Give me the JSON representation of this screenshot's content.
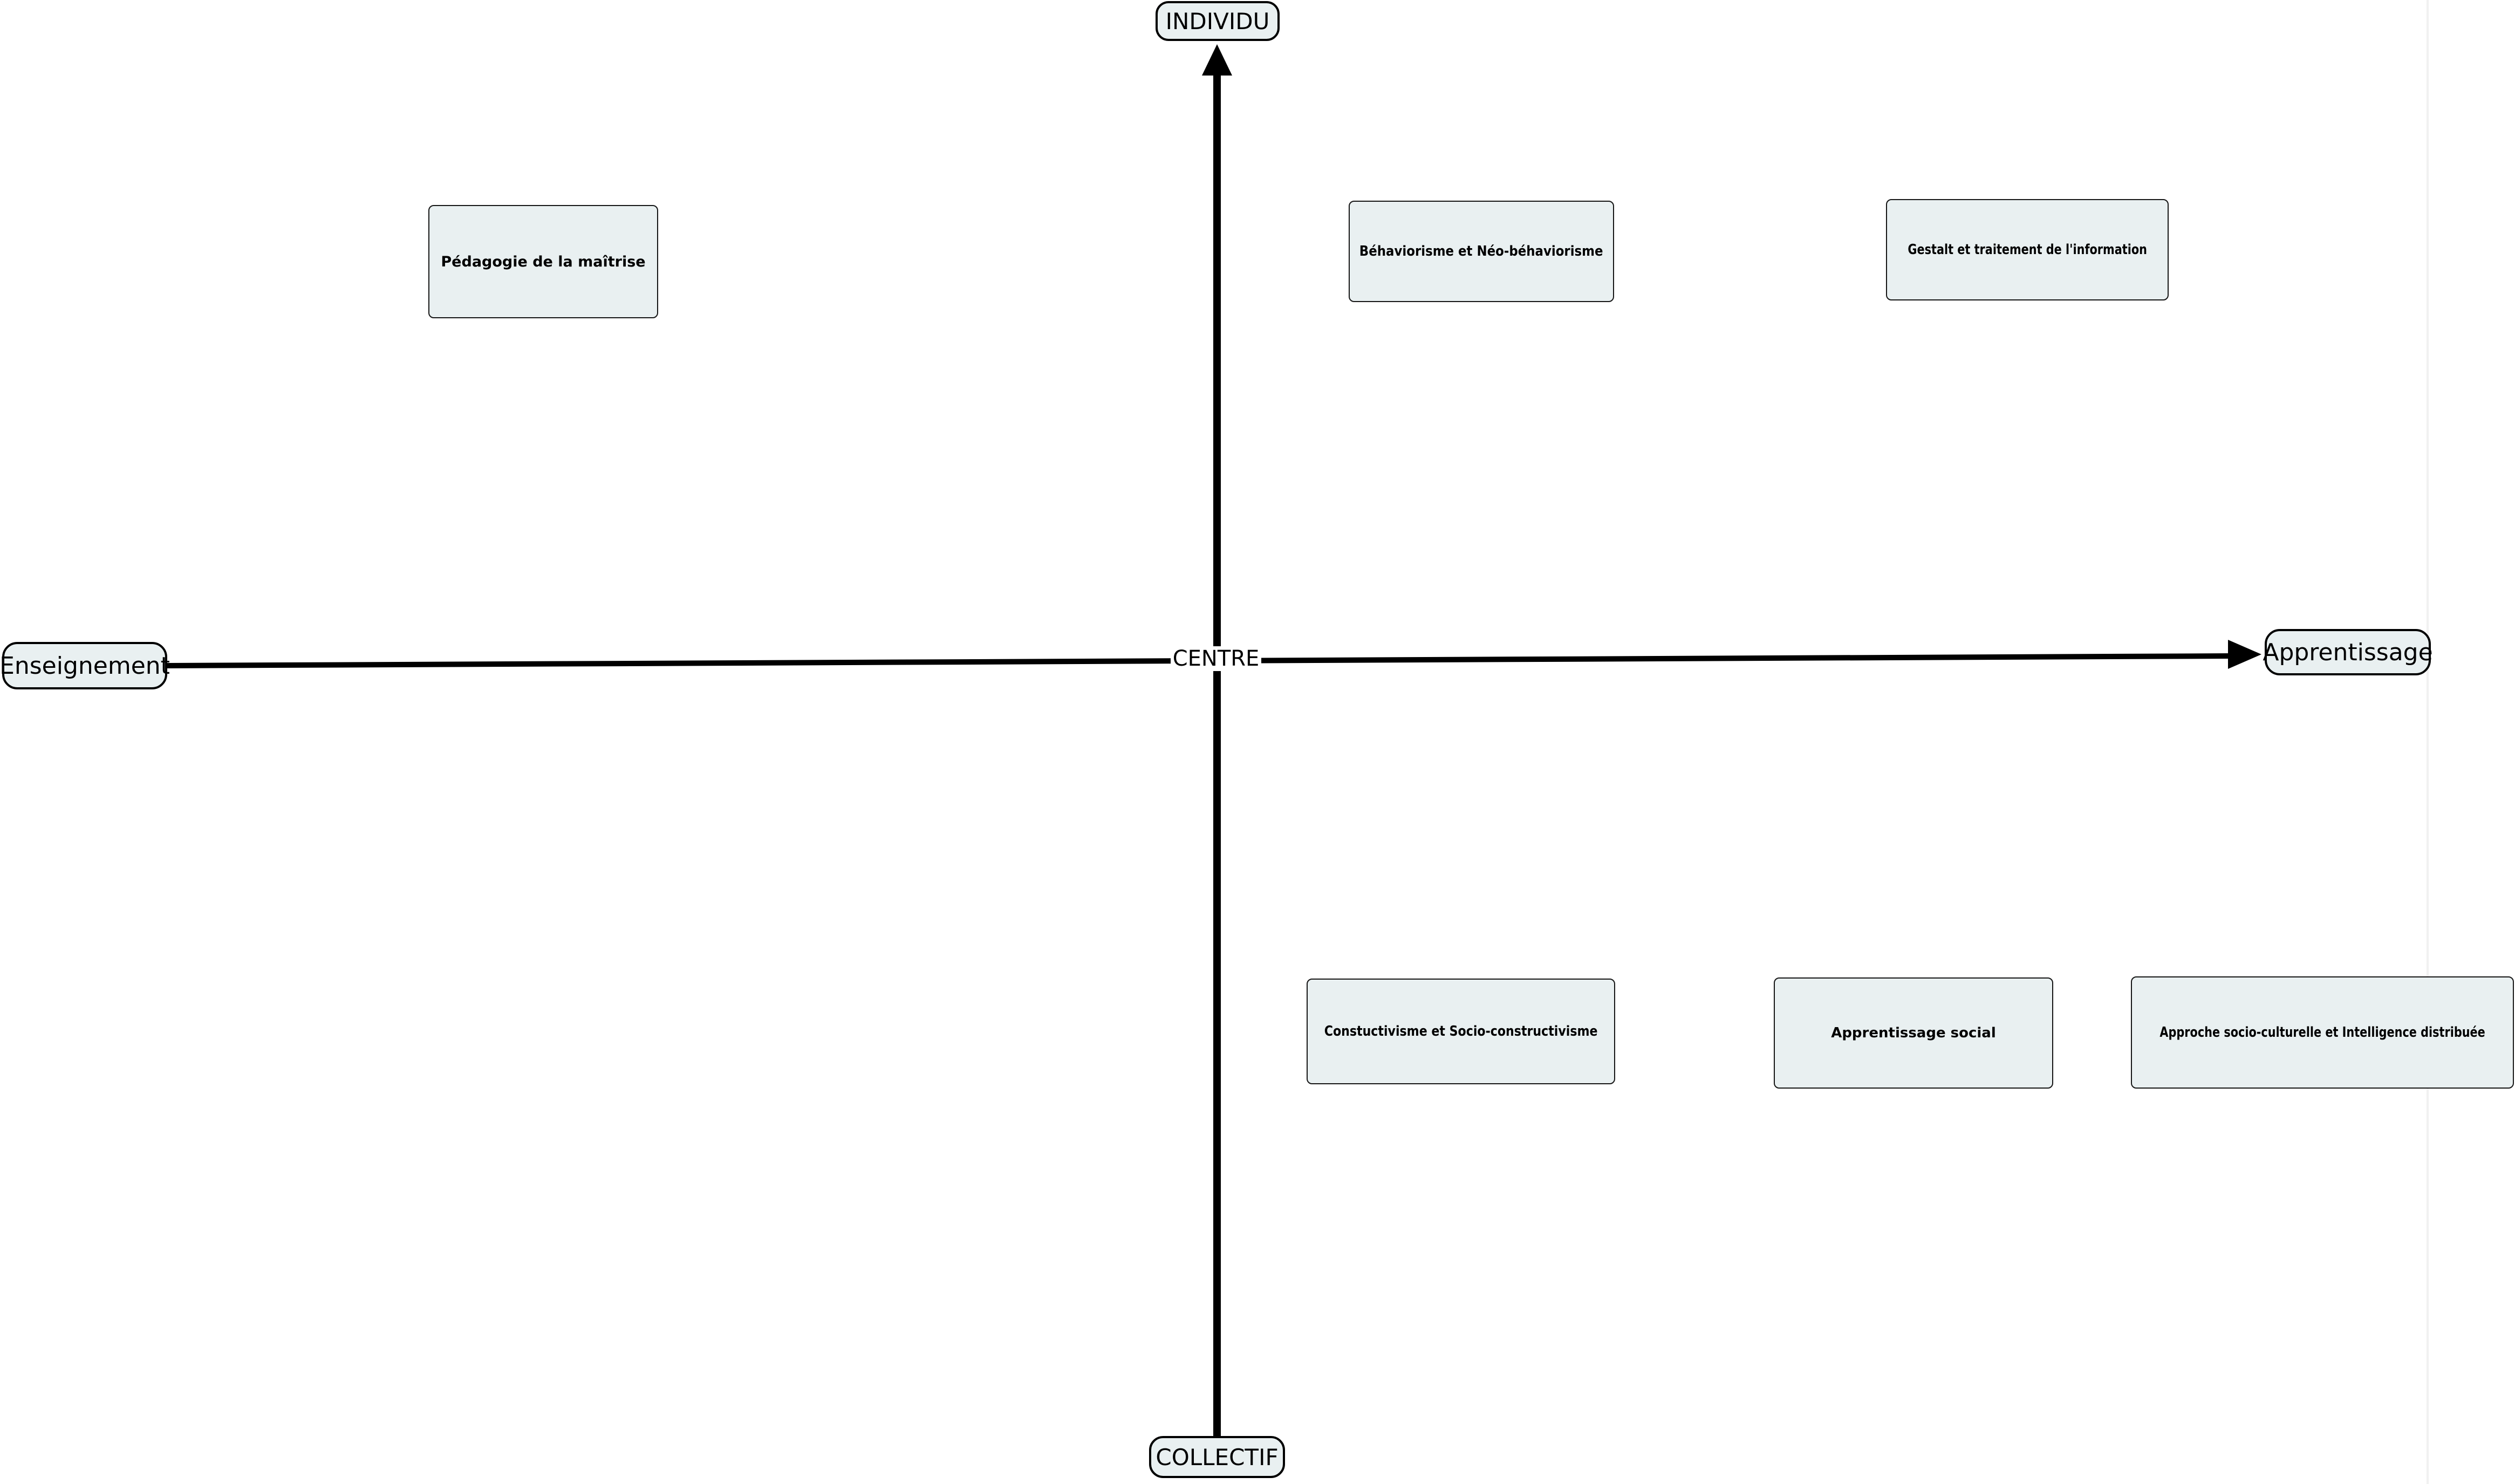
{
  "diagram": {
    "type": "quadrant-concept-map",
    "axis_labels": {
      "top": "INDIVIDU",
      "bottom": "COLLECTIF",
      "left": "Enseignement",
      "right": "Apprentissage",
      "center": "CENTRE"
    },
    "nodes": [
      {
        "id": "pedagogie-maitrise",
        "label": "Pédagogie de la maîtrise",
        "quadrant": "individu-enseignement"
      },
      {
        "id": "behaviorisme",
        "label": "Béhaviorisme et Néo-béhaviorisme",
        "quadrant": "individu-apprentissage"
      },
      {
        "id": "gestalt",
        "label": "Gestalt et traitement de l'information",
        "quadrant": "individu-apprentissage"
      },
      {
        "id": "constructivisme",
        "label": "Constuctivisme et Socio-constructivisme",
        "quadrant": "collectif-apprentissage"
      },
      {
        "id": "apprentissage-social",
        "label": "Apprentissage social",
        "quadrant": "collectif-apprentissage"
      },
      {
        "id": "approche-socio-culturelle",
        "label": "Approche socio-culturelle et Intelligence distribuée",
        "quadrant": "collectif-apprentissage"
      }
    ],
    "colors": {
      "node_fill": "#e9f0f1",
      "node_border": "#000000",
      "axis_color": "#000000",
      "background": "#ffffff"
    }
  }
}
